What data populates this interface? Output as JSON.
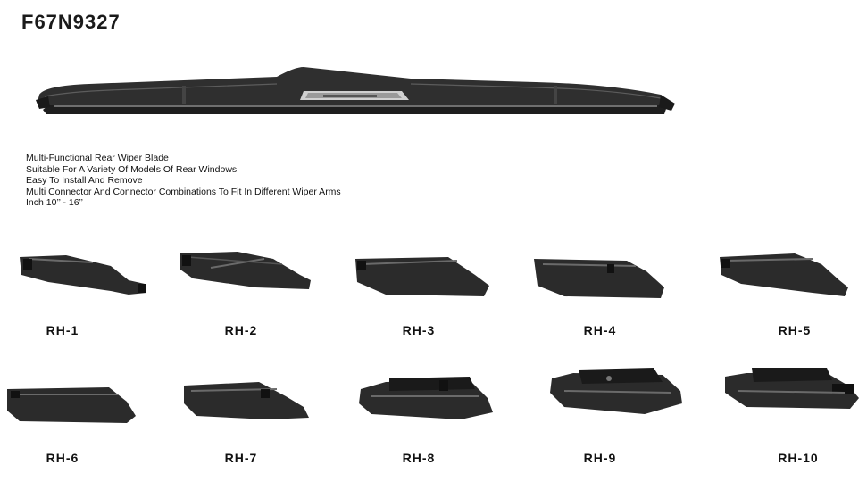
{
  "product_code": "F67N9327",
  "features": [
    "Multi-Functional Rear Wiper Blade",
    "Suitable For A Variety Of Models Of Rear Windows",
    "Easy To Install And Remove",
    "Multi Connector And Connector Combinations To Fit In Different Wiper Arms",
    "Inch 10’’ - 16’’"
  ],
  "connectors": [
    {
      "label": "RH-1",
      "icon": "connector-rh1-icon"
    },
    {
      "label": "RH-2",
      "icon": "connector-rh2-icon"
    },
    {
      "label": "RH-3",
      "icon": "connector-rh3-icon"
    },
    {
      "label": "RH-4",
      "icon": "connector-rh4-icon"
    },
    {
      "label": "RH-5",
      "icon": "connector-rh5-icon"
    },
    {
      "label": "RH-6",
      "icon": "connector-rh6-icon"
    },
    {
      "label": "RH-7",
      "icon": "connector-rh7-icon"
    },
    {
      "label": "RH-8",
      "icon": "connector-rh8-icon"
    },
    {
      "label": "RH-9",
      "icon": "connector-rh9-icon"
    },
    {
      "label": "RH-10",
      "icon": "connector-rh10-icon"
    }
  ],
  "colors": {
    "background": "#ffffff",
    "product": "#2b2b2b",
    "highlight": "#6a6a6a"
  }
}
